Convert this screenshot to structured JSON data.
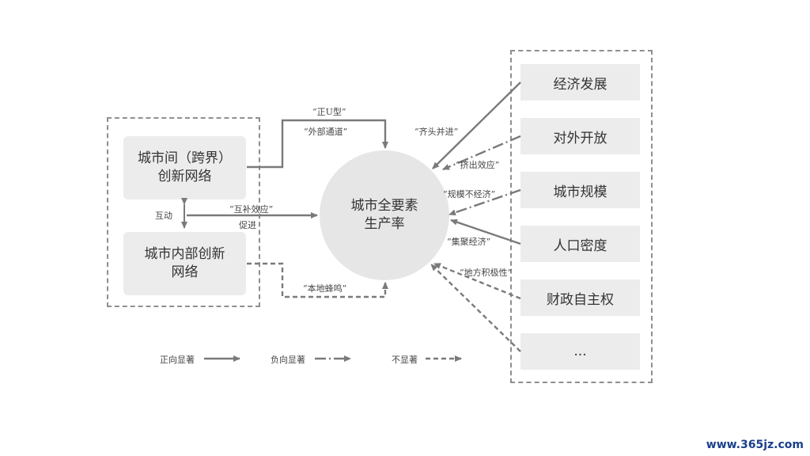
{
  "left_group": {
    "inter_city_network": "城市间（跨界）\n创新网络",
    "intra_city_network": "城市内部创新\n网络",
    "interaction_label": "互动"
  },
  "center": {
    "line1": "城市全要素",
    "line2": "生产率"
  },
  "edge_labels": {
    "u_shape": "“正U型”",
    "external_channel": "“外部通道”",
    "complement": "“互补效应”",
    "promote": "促进",
    "local_buzz": "“本地蜂鸣”",
    "go_hand_in_hand": "“齐头并进”",
    "crowding_out": "“挤出效应”",
    "diseconomy_of_scale": "“规模不经济”",
    "agglomeration": "“集聚经济”",
    "local_initiative": "“地方积极性”"
  },
  "right_factors": [
    "经济发展",
    "对外开放",
    "城市规模",
    "人口密度",
    "财政自主权",
    "..."
  ],
  "legend": {
    "positive": "正向显著",
    "negative": "负向显著",
    "insignificant": "不显著"
  },
  "colors": {
    "line": "#7a7a7a",
    "box": "#ececec",
    "circle": "#e6e6e6",
    "watermark": "#1a3f8a"
  },
  "watermark": "www.365jz.com"
}
